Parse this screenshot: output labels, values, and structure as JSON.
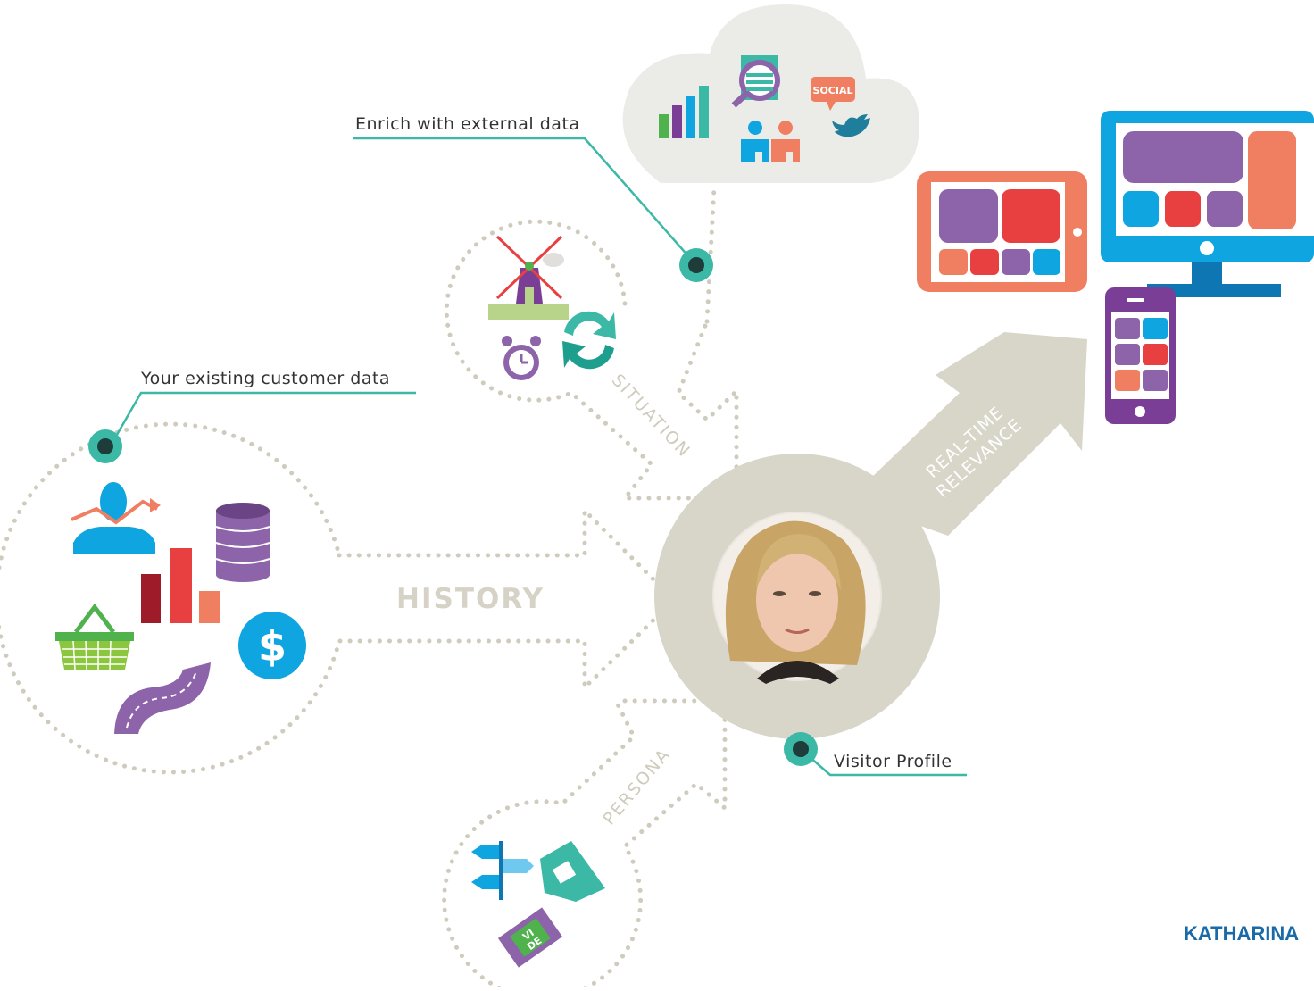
{
  "labels": {
    "enrich": "Enrich with external data",
    "existing": "Your existing customer data",
    "visitor": "Visitor Profile",
    "history": "HISTORY",
    "situation": "SITUATION",
    "persona": "PERSONA",
    "realtime_line1": "REAL-TIME",
    "realtime_line2": "RELEVANCE",
    "social": "SOCIAL",
    "video_top": "VI",
    "video_bottom": "DE",
    "dollar": "$",
    "author": "KATHARINA"
  },
  "icons": [
    "person-trend-icon",
    "database-icon",
    "bar-chart-icon",
    "shopping-basket-icon",
    "dollar-coin-icon",
    "road-icon",
    "windmill-icon",
    "alarm-clock-icon",
    "refresh-icon",
    "cloud-chart-icon",
    "news-search-icon",
    "people-icon",
    "social-bubble-icon",
    "twitter-bird-icon",
    "tablet-icon",
    "monitor-icon",
    "phone-icon",
    "signpost-icon",
    "tag-icon",
    "video-film-icon",
    "visitor-avatar"
  ],
  "colors": {
    "teal": "#3bb8a6",
    "arrow_gray": "#d8d5c9",
    "dot_gray": "#cfcbbd",
    "purple": "#8d63a9",
    "red": "#e84040",
    "orange": "#f07f62",
    "blue": "#0ea5e0"
  }
}
